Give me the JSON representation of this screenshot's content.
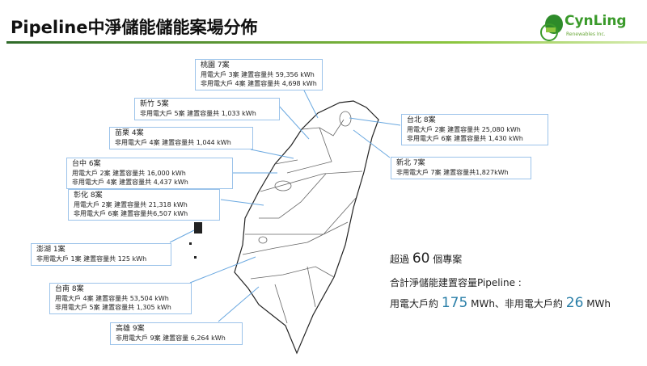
{
  "title": "Pipeline中淨儲能儲能案場分佈",
  "logo": {
    "name": "CynLing",
    "sub": "Renewables Inc."
  },
  "regions": [
    {
      "name": "桃園 7案",
      "lines": [
        "用電大戶 3案  建置容量共 59,356 kWh",
        "非用電大戶 4案  建置容量共 4,698 kWh"
      ]
    },
    {
      "name": "新竹 5案",
      "lines": [
        "非用電大戶 5案  建置容量共 1,033 kWh"
      ]
    },
    {
      "name": "苗栗 4案",
      "lines": [
        "非用電大戶 4案  建置容量共 1,044 kWh"
      ]
    },
    {
      "name": "台中 6案",
      "lines": [
        "用電大戶 2案  建置容量共 16,000 kWh",
        "非用電大戶 4案  建置容量共 4,437 kWh"
      ]
    },
    {
      "name": "彰化 8案",
      "lines": [
        "用電大戶 2案  建置容量共 21,318 kWh",
        "非用電大戶 6案  建置容量共6,507 kWh"
      ]
    },
    {
      "name": "澎湖 1案",
      "lines": [
        "非用電大戶 1案  建置容量共 125 kWh"
      ]
    },
    {
      "name": "台南 8案",
      "lines": [
        "用電大戶 4案  建置容量共 53,504 kWh",
        "非用電大戶 5案  建置容量共 1,305 kWh"
      ]
    },
    {
      "name": "高雄 9案",
      "lines": [
        "非用電大戶 9案  建置容量 6,264 kWh"
      ]
    },
    {
      "name": "台北 8案",
      "lines": [
        "用電大戶 2案  建置容量共 25,080 kWh",
        "非用電大戶 6案  建置容量共 1,430 kWh"
      ]
    },
    {
      "name": "新北 7案",
      "lines": [
        "非用電大戶 7案  建置容量共1,827kWh"
      ]
    }
  ],
  "summary": {
    "l1_pre": "超過 ",
    "l1_num": "60",
    "l1_post": " 個專案",
    "l2": "合計淨儲能建置容量Pipeline :",
    "l3_a": "用電大戶約 ",
    "l3_n1": "175",
    "l3_b": " MWh、非用電大戶約 ",
    "l3_n2": "26",
    "l3_c": " MWh"
  }
}
